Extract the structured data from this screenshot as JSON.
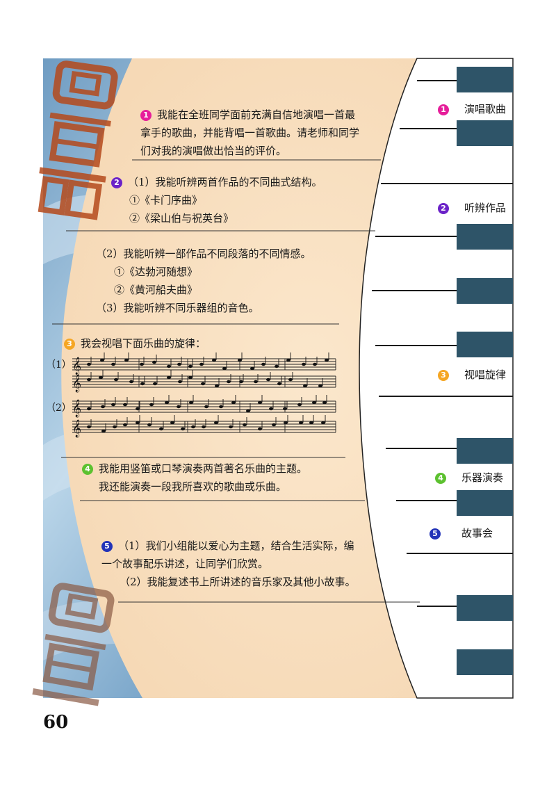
{
  "colors": {
    "marker1": "#e61e9a",
    "marker2": "#6b22c8",
    "marker3": "#f5a623",
    "marker4": "#5cc12f",
    "marker5": "#2233b8",
    "dark_block": "#2e5468",
    "panel": "#fae3c4"
  },
  "logo_text": "回音壁",
  "items": [
    {
      "num": "1",
      "lines": [
        "我能在全班同学面前充满自信地演唱一首最",
        "拿手的歌曲，并能背唱一首歌曲。请老师和同学",
        "们对我的演唱做出恰当的评价。"
      ]
    },
    {
      "num": "2",
      "lines": [
        "（1）我能听辨两首作品的不同曲式结构。",
        "①《卡门序曲》",
        "②《梁山伯与祝英台》"
      ]
    },
    {
      "num": "",
      "lines": [
        "（2）我能听辨一部作品不同段落的不同情感。",
        "①《达勃河随想》",
        "②《黄河船夫曲》",
        "（3）我能听辨不同乐器组的音色。"
      ]
    },
    {
      "num": "3",
      "lines": [
        "我会视唱下面乐曲的旋律："
      ]
    },
    {
      "num": "4",
      "lines": [
        "我能用竖笛或口琴演奏两首著名乐曲的主题。",
        "我还能演奏一段我所喜欢的歌曲或乐曲。"
      ]
    },
    {
      "num": "5",
      "lines": [
        "（1）我们小组能以爱心为主题，结合生活实际，编",
        "一个故事配乐讲述，让同学们欣赏。",
        "（2）我能复述书上所讲述的音乐家及其他小故事。"
      ]
    }
  ],
  "melody_labels": [
    "（1）",
    "（2）"
  ],
  "right_labels": [
    {
      "num": "1",
      "text": "演唱歌曲"
    },
    {
      "num": "2",
      "text": "听辨作品"
    },
    {
      "num": "3",
      "text": "视唱旋律"
    },
    {
      "num": "4",
      "text": "乐器演奏"
    },
    {
      "num": "5",
      "text": "故事会"
    }
  ],
  "page_number": "60"
}
